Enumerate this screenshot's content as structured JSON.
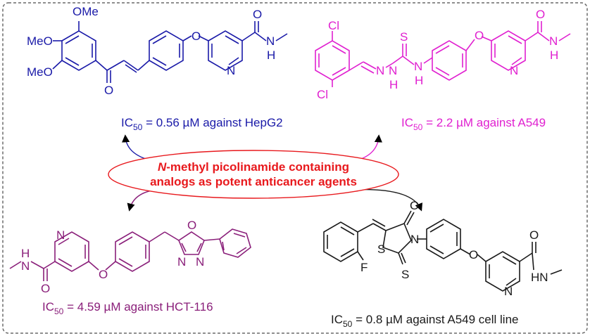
{
  "colors": {
    "blue": "#1a1aa8",
    "magenta": "#e020d0",
    "purple": "#8a1f7a",
    "black": "#1a1a1a",
    "red": "#e8191d",
    "border": "#6a6a6a"
  },
  "center_text": {
    "line1_italic": "N",
    "line1_rest": "-methyl picolinamide containing",
    "line2": "analogs as potent anticancer agents"
  },
  "compounds": [
    {
      "name": "chalcone-analog",
      "ic50_prefix": "IC",
      "ic50_sub": "50",
      "ic50_rest": " = 0.56 µM against HepG2",
      "atom_labels": [
        "OMe",
        "MeO",
        "MeO",
        "O",
        "O",
        "O",
        "N",
        "H",
        "N"
      ]
    },
    {
      "name": "thiosemicarbazone-analog",
      "ic50_prefix": "IC",
      "ic50_sub": "50",
      "ic50_rest": " = 2.2 µM against A549",
      "atom_labels": [
        "Cl",
        "Cl",
        "N",
        "N",
        "H",
        "S",
        "N",
        "H",
        "O",
        "O",
        "N",
        "H",
        "N"
      ]
    },
    {
      "name": "oxadiazole-analog",
      "ic50_prefix": "IC",
      "ic50_sub": "50",
      "ic50_rest": " = 4.59 µM against HCT-116",
      "atom_labels": [
        "H",
        "N",
        "N",
        "O",
        "O",
        "O",
        "N",
        "N"
      ]
    },
    {
      "name": "thiazolidinone-analog",
      "ic50_prefix": "IC",
      "ic50_sub": "50",
      "ic50_rest": " = 0.8 µM against A549 cell line",
      "atom_labels": [
        "F",
        "O",
        "S",
        "N",
        "S",
        "O",
        "O",
        "N",
        "HN"
      ]
    }
  ]
}
